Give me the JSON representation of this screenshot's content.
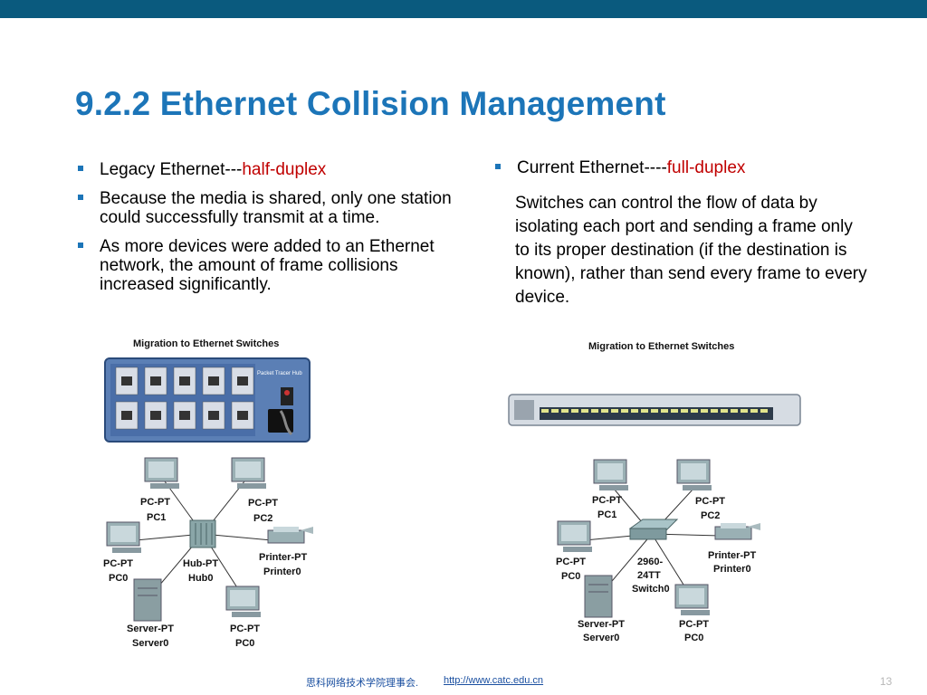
{
  "title": "9.2.2 Ethernet Collision Management",
  "left": {
    "bullets": [
      {
        "text": "Legacy Ethernet---",
        "highlight": "half-duplex"
      },
      {
        "text": "Because the media is shared, only one station could successfully transmit at a time.",
        "highlight": ""
      },
      {
        "text": "As more devices were added to an Ethernet network, the amount of frame collisions increased significantly.",
        "highlight": ""
      }
    ],
    "figure": {
      "caption": "Migration to Ethernet Switches",
      "hub_label": "Packet Tracer Hub",
      "center": {
        "type": "Hub-PT",
        "name": "Hub0"
      },
      "nodes": [
        {
          "type": "PC-PT",
          "name": "PC1"
        },
        {
          "type": "PC-PT",
          "name": "PC2"
        },
        {
          "type": "PC-PT",
          "name": "PC0"
        },
        {
          "type": "Printer-PT",
          "name": "Printer0"
        },
        {
          "type": "Server-PT",
          "name": "Server0"
        },
        {
          "type": "PC-PT",
          "name": "PC0"
        }
      ]
    }
  },
  "right": {
    "bullet": {
      "text": "Current Ethernet----",
      "highlight": "full-duplex"
    },
    "paragraph": "Switches can control the flow of data by isolating each port and sending a frame only to its proper destination (if the destination is known), rather than send every frame to every device.",
    "figure": {
      "caption": "Migration to Ethernet Switches",
      "center": {
        "type": "2960-",
        "type2": "24TT",
        "name": "Switch0"
      },
      "nodes": [
        {
          "type": "PC-PT",
          "name": "PC1"
        },
        {
          "type": "PC-PT",
          "name": "PC2"
        },
        {
          "type": "PC-PT",
          "name": "PC0"
        },
        {
          "type": "Printer-PT",
          "name": "Printer0"
        },
        {
          "type": "Server-PT",
          "name": "Server0"
        },
        {
          "type": "PC-PT",
          "name": "PC0"
        }
      ]
    }
  },
  "footer": {
    "org": "思科网络技术学院理事会.",
    "link": "http://www.catc.edu.cn",
    "page": "13"
  },
  "colors": {
    "title": "#1c75b8",
    "topbar": "#0a5a7e",
    "highlight": "#c00000"
  }
}
